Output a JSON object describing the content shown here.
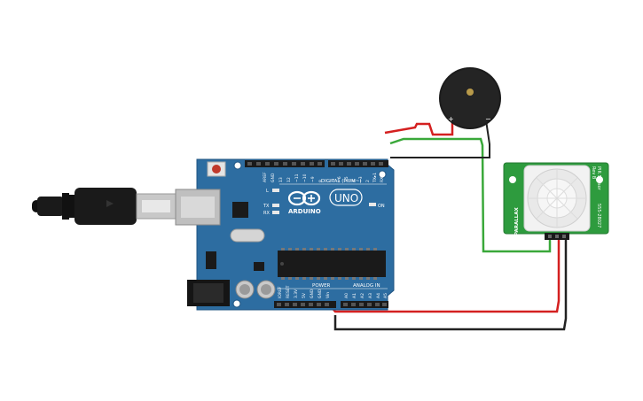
{
  "arduino": {
    "brand": "ARDUINO",
    "model": "UNO",
    "digital_header_label": "DIGITAL (PWM~)",
    "power_header_label": "POWER",
    "analog_header_label": "ANALOG IN",
    "led_l_label": "L",
    "led_tx_label": "TX",
    "led_rx_label": "RX",
    "led_on_label": "ON",
    "digital_pins": [
      "AREF",
      "GND",
      "13",
      "12",
      "~11",
      "~10",
      "~9",
      "8",
      "7",
      "~6",
      "~5",
      "4",
      "~3",
      "2",
      "TX▸1",
      "RX◂0"
    ],
    "power_pins": [
      "IOREF",
      "RESET",
      "3.3V",
      "5V",
      "GND",
      "GND",
      "Vin"
    ],
    "analog_pins": [
      "A0",
      "A1",
      "A2",
      "A3",
      "A4",
      "A5"
    ]
  },
  "buzzer": {
    "plus_label": "+",
    "minus_label": "−"
  },
  "pir_sensor": {
    "title_line1": "PIR Sensor",
    "title_line2": "Rev B",
    "brand": "PARALLAX",
    "part_number": "555-28027"
  },
  "colors": {
    "board": "#2d6da1",
    "wire_red": "#d42020",
    "wire_green": "#3aa83a",
    "wire_black": "#222222",
    "pir_board": "#2e9b3e"
  }
}
